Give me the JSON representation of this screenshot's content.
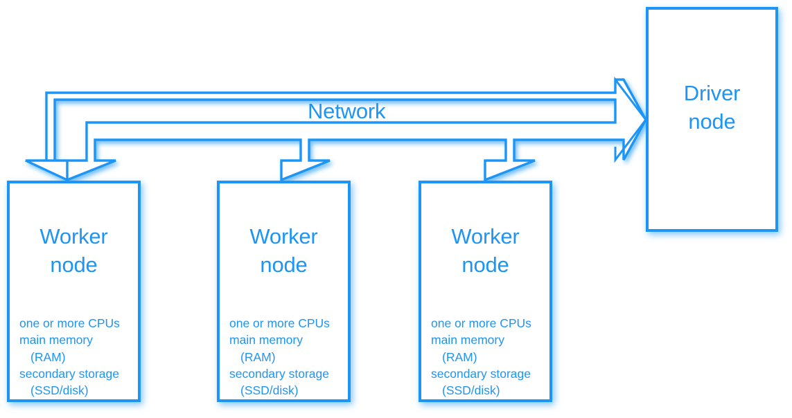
{
  "diagram": {
    "title": "Cluster architecture: driver node and worker nodes connected by a network",
    "background_color": "#ffffff",
    "accent_color": "#1E95F5",
    "network_label": "Network",
    "driver": {
      "title_line_1": "Driver",
      "title_line_2": "node"
    },
    "workers": [
      {
        "title_line_1": "Worker",
        "title_line_2": "node",
        "specs": [
          "one or more CPUs",
          "main memory",
          "(RAM)",
          "secondary storage",
          "(SSD/disk)"
        ]
      },
      {
        "title_line_1": "Worker",
        "title_line_2": "node",
        "specs": [
          "one or more CPUs",
          "main memory",
          "(RAM)",
          "secondary storage",
          "(SSD/disk)"
        ]
      },
      {
        "title_line_1": "Worker",
        "title_line_2": "node",
        "specs": [
          "one or more CPUs",
          "main memory",
          "(RAM)",
          "secondary storage",
          "(SSD/disk)"
        ]
      }
    ],
    "connectors": [
      {
        "name": "driver-to-workers-bus",
        "direction": "down"
      },
      {
        "name": "workers-to-driver-bus",
        "direction": "right"
      }
    ]
  }
}
